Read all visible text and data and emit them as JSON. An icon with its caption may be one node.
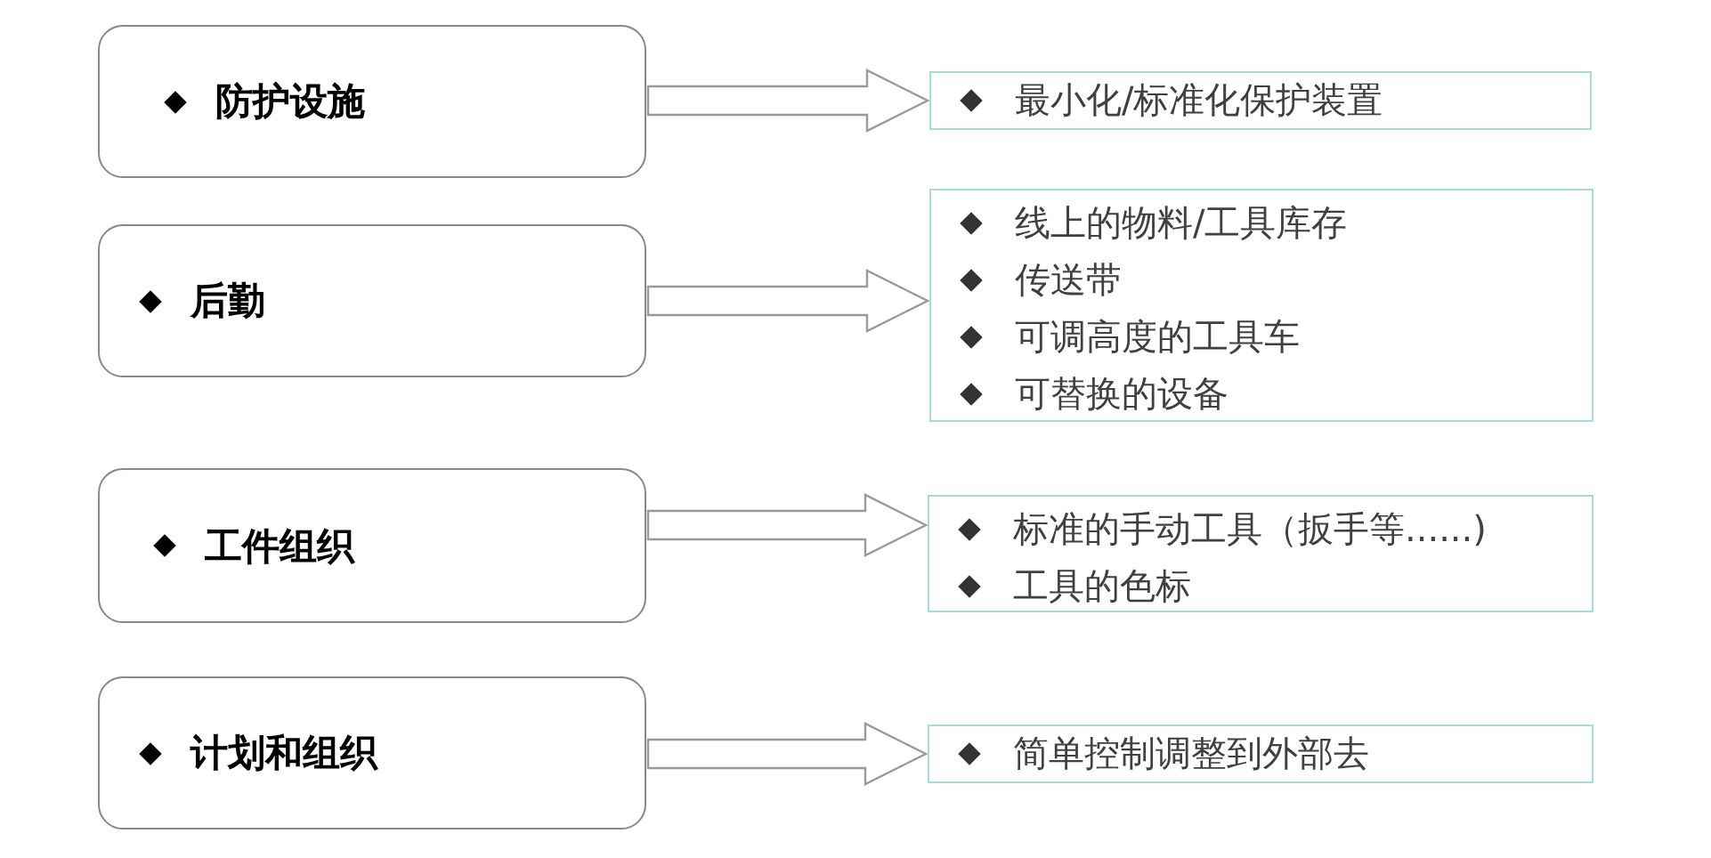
{
  "diagram": {
    "nodes": [
      {
        "text": [
          "防护设施"
        ]
      },
      {
        "text": [
          "最小化/标准化保护装置"
        ]
      },
      {
        "text": [
          "后勤"
        ]
      },
      {
        "text": [
          "线上的物料/工具库存",
          "传送带",
          "可调高度的工具车",
          "可替换的设备"
        ]
      },
      {
        "text": [
          "工件组织"
        ]
      },
      {
        "text": [
          "标准的手动工具（扳手等......)",
          "工具的色标"
        ]
      },
      {
        "text": [
          "计划和组织"
        ]
      },
      {
        "text": [
          "简单控制调整到外部去"
        ]
      }
    ],
    "edges": [
      {
        "from": 0,
        "to": 1,
        "arrow": "to"
      },
      {
        "from": 2,
        "to": 3,
        "arrow": "to"
      },
      {
        "from": 4,
        "to": 5,
        "arrow": "to"
      },
      {
        "from": 6,
        "to": 7,
        "arrow": "to"
      }
    ]
  }
}
